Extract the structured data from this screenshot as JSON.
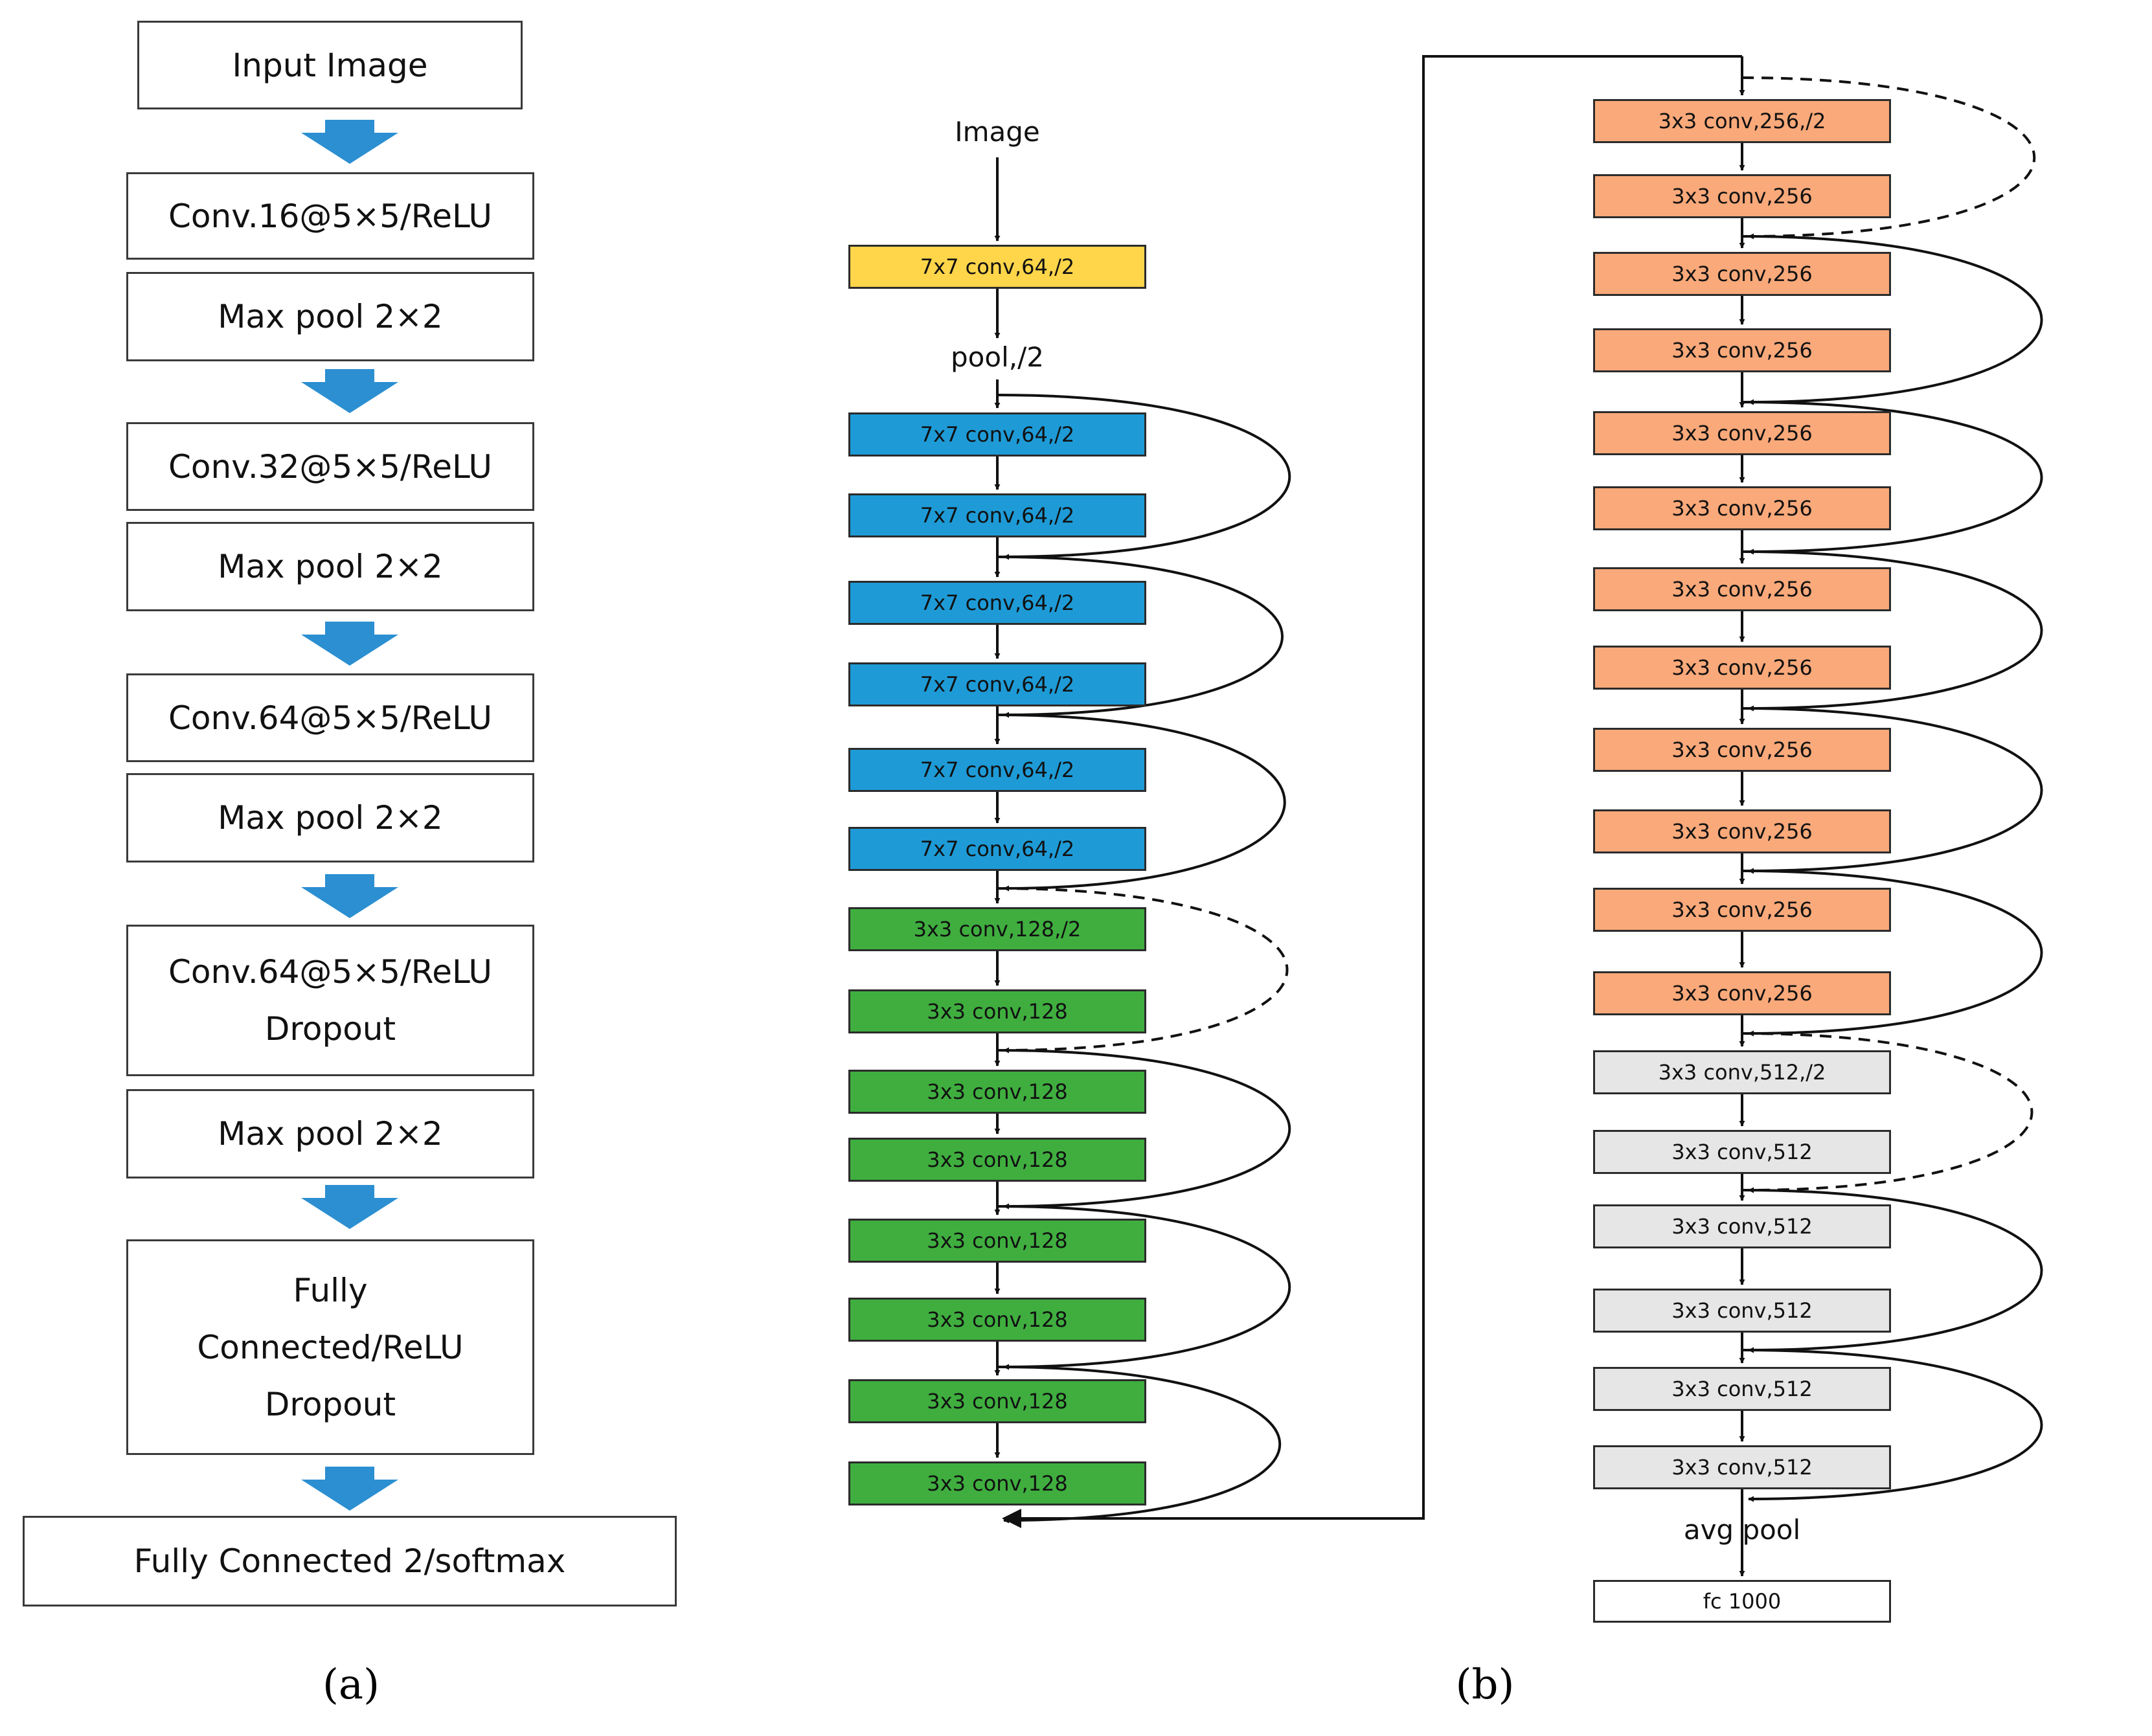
{
  "colors": {
    "down_arrow": "#2b8fd1",
    "stem_yellow": "#ffd54a",
    "blue": "#1e9bd7",
    "green": "#3fae3f",
    "orange": "#f9a97a",
    "gray": "#e6e6e6",
    "white": "#ffffff"
  },
  "panel_a": {
    "label": "(a)",
    "boxes": [
      "Input Image",
      "Conv.16@5×5/ReLU",
      "Max pool 2×2",
      "Conv.32@5×5/ReLU",
      "Max pool 2×2",
      "Conv.64@5×5/ReLU",
      "Max pool 2×2",
      "Conv.64@5×5/ReLU\nDropout",
      "Max pool 2×2",
      "Fully\nConnected/ReLU\nDropout",
      "Fully Connected 2/softmax"
    ]
  },
  "panel_b": {
    "label": "(b)",
    "input_label": "Image",
    "pool_label": "pool,/2",
    "avg_pool_label": "avg pool",
    "left_column": [
      {
        "text": "7x7 conv,64,/2",
        "color": "stem_yellow"
      },
      {
        "text": "7x7 conv,64,/2",
        "color": "blue"
      },
      {
        "text": "7x7 conv,64,/2",
        "color": "blue"
      },
      {
        "text": "7x7 conv,64,/2",
        "color": "blue"
      },
      {
        "text": "7x7 conv,64,/2",
        "color": "blue"
      },
      {
        "text": "7x7 conv,64,/2",
        "color": "blue"
      },
      {
        "text": "7x7 conv,64,/2",
        "color": "blue"
      },
      {
        "text": "3x3 conv,128,/2",
        "color": "green"
      },
      {
        "text": "3x3 conv,128",
        "color": "green"
      },
      {
        "text": "3x3 conv,128",
        "color": "green"
      },
      {
        "text": "3x3 conv,128",
        "color": "green"
      },
      {
        "text": "3x3 conv,128",
        "color": "green"
      },
      {
        "text": "3x3 conv,128",
        "color": "green"
      },
      {
        "text": "3x3 conv,128",
        "color": "green"
      },
      {
        "text": "3x3 conv,128",
        "color": "green"
      }
    ],
    "right_column": [
      {
        "text": "3x3 conv,256,/2",
        "color": "orange"
      },
      {
        "text": "3x3 conv,256",
        "color": "orange"
      },
      {
        "text": "3x3 conv,256",
        "color": "orange"
      },
      {
        "text": "3x3 conv,256",
        "color": "orange"
      },
      {
        "text": "3x3 conv,256",
        "color": "orange"
      },
      {
        "text": "3x3 conv,256",
        "color": "orange"
      },
      {
        "text": "3x3 conv,256",
        "color": "orange"
      },
      {
        "text": "3x3 conv,256",
        "color": "orange"
      },
      {
        "text": "3x3 conv,256",
        "color": "orange"
      },
      {
        "text": "3x3 conv,256",
        "color": "orange"
      },
      {
        "text": "3x3 conv,256",
        "color": "orange"
      },
      {
        "text": "3x3 conv,256",
        "color": "orange"
      },
      {
        "text": "3x3 conv,512,/2",
        "color": "gray"
      },
      {
        "text": "3x3 conv,512",
        "color": "gray"
      },
      {
        "text": "3x3 conv,512",
        "color": "gray"
      },
      {
        "text": "3x3 conv,512",
        "color": "gray"
      },
      {
        "text": "3x3 conv,512",
        "color": "gray"
      },
      {
        "text": "3x3 conv,512",
        "color": "gray"
      },
      {
        "text": "fc 1000",
        "color": "white"
      }
    ]
  }
}
